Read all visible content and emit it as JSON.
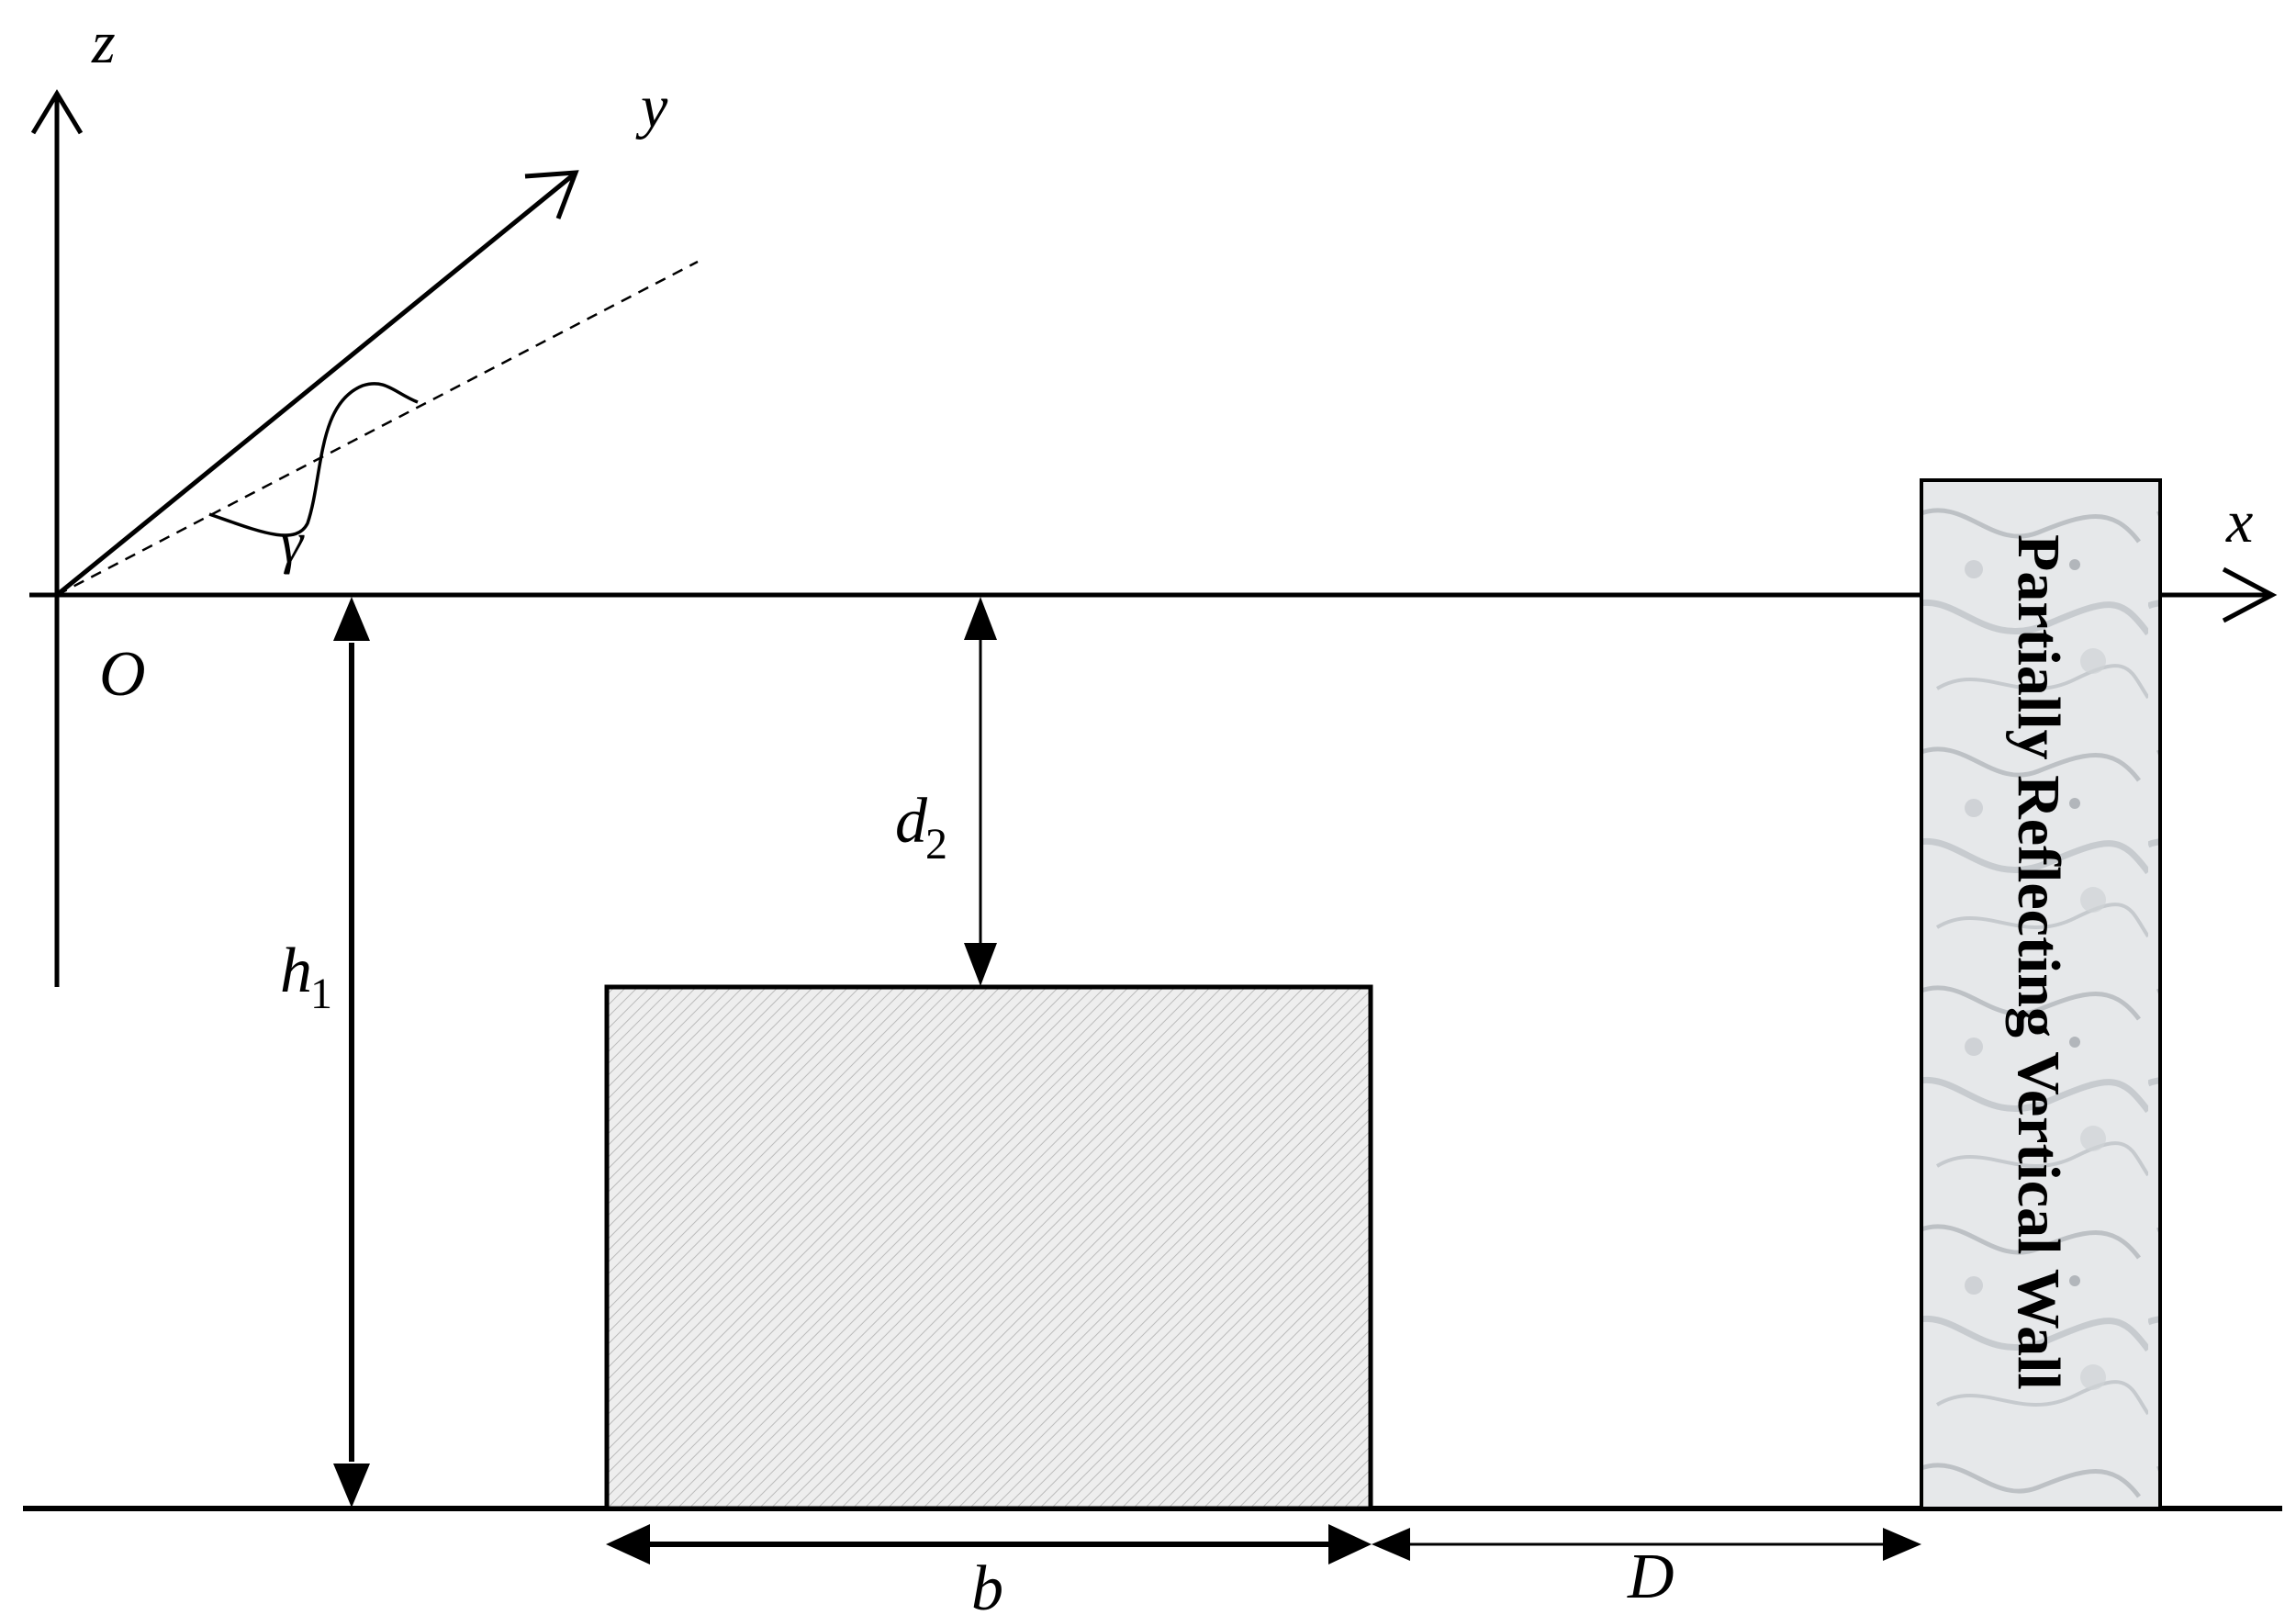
{
  "axes": {
    "x": "x",
    "y": "y",
    "z": "z",
    "origin": "O"
  },
  "angle_label": "γ",
  "dimensions": {
    "d2": {
      "main": "d",
      "sub": "2"
    },
    "h1": {
      "main": "h",
      "sub": "1"
    },
    "b": "b",
    "D": "D"
  },
  "wall_label": "Partially Reflecting Vertical Wall",
  "colors": {
    "stroke": "#000000",
    "hatch_fill": "#eeeeee",
    "hatch_line": "#bbbbbb",
    "wall_fill": "#e6e8ea",
    "wall_vein": "#9aa0a6"
  }
}
